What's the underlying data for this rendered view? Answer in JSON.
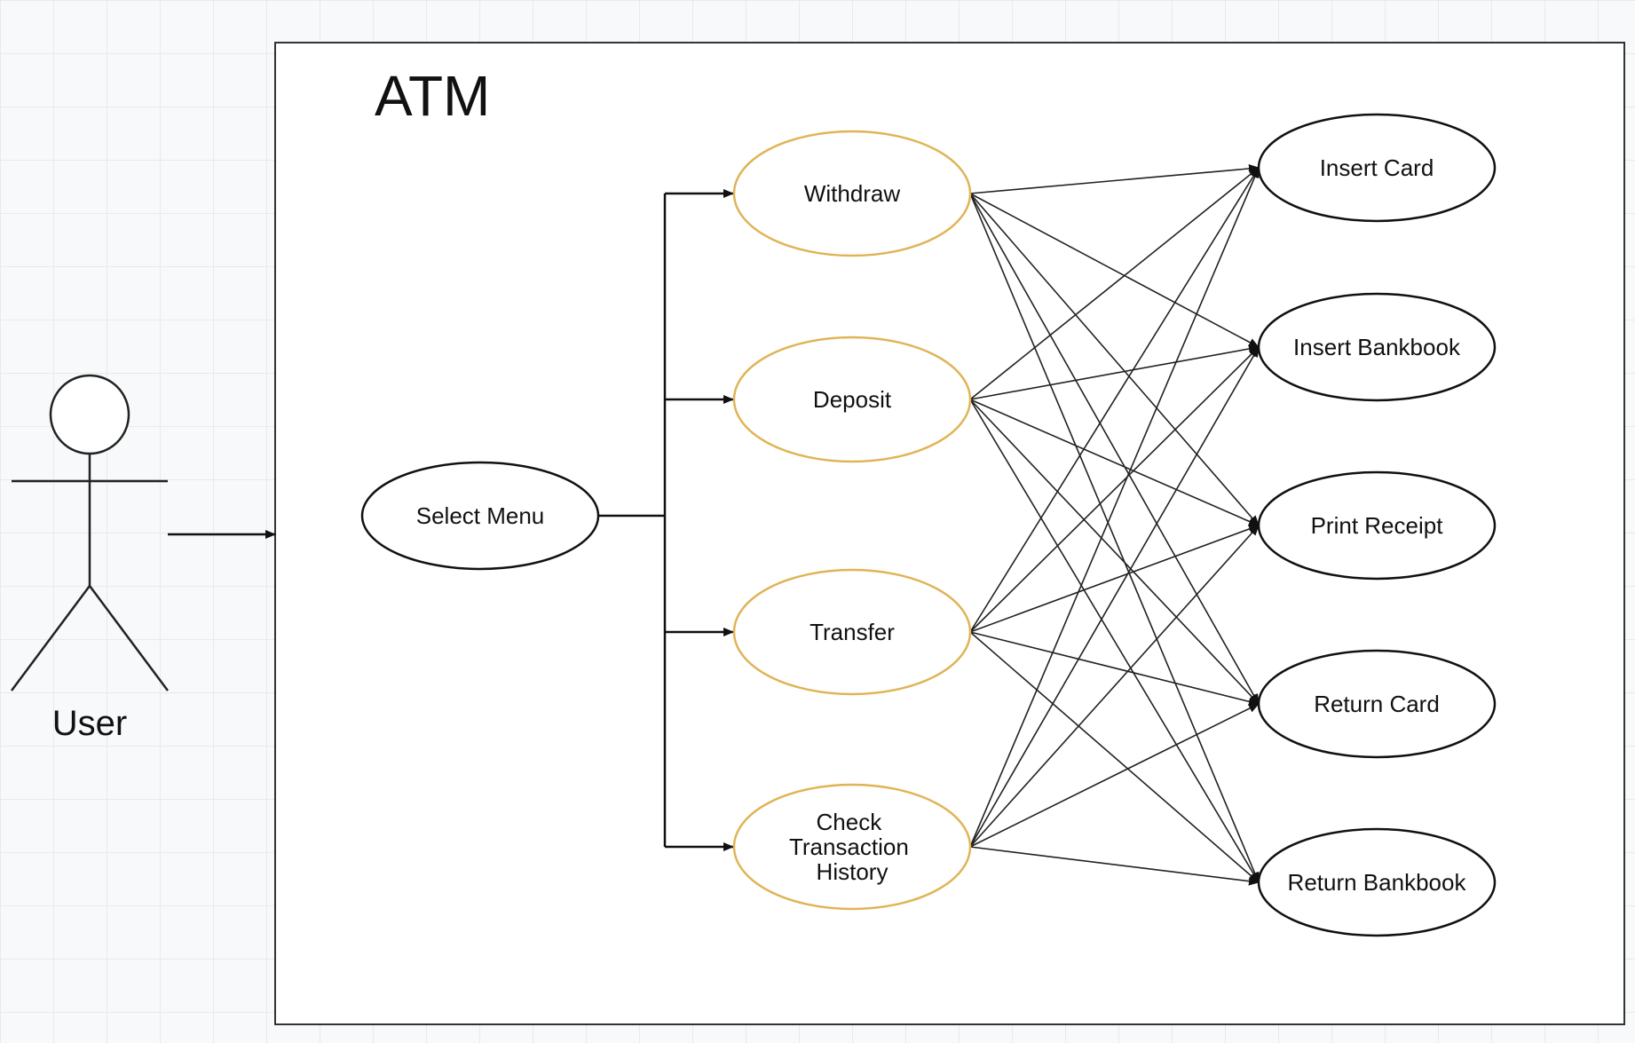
{
  "system": {
    "title": "ATM"
  },
  "actor": {
    "label": "User"
  },
  "select_menu": {
    "label": "Select Menu"
  },
  "transactions": [
    {
      "id": "withdraw",
      "lines": [
        "Withdraw"
      ]
    },
    {
      "id": "deposit",
      "lines": [
        "Deposit"
      ]
    },
    {
      "id": "transfer",
      "lines": [
        "Transfer"
      ]
    },
    {
      "id": "check-transaction-history",
      "lines": [
        "Check",
        "Transaction",
        "History"
      ]
    }
  ],
  "steps": [
    {
      "id": "insert-card",
      "label": "Insert Card"
    },
    {
      "id": "insert-bankbook",
      "label": "Insert Bankbook"
    },
    {
      "id": "print-receipt",
      "label": "Print Receipt"
    },
    {
      "id": "return-card",
      "label": "Return Card"
    },
    {
      "id": "return-bankbook",
      "label": "Return Bankbook"
    }
  ],
  "colors": {
    "transaction_stroke": "#e0b456",
    "default_stroke": "#111111",
    "edge": "#222222"
  }
}
